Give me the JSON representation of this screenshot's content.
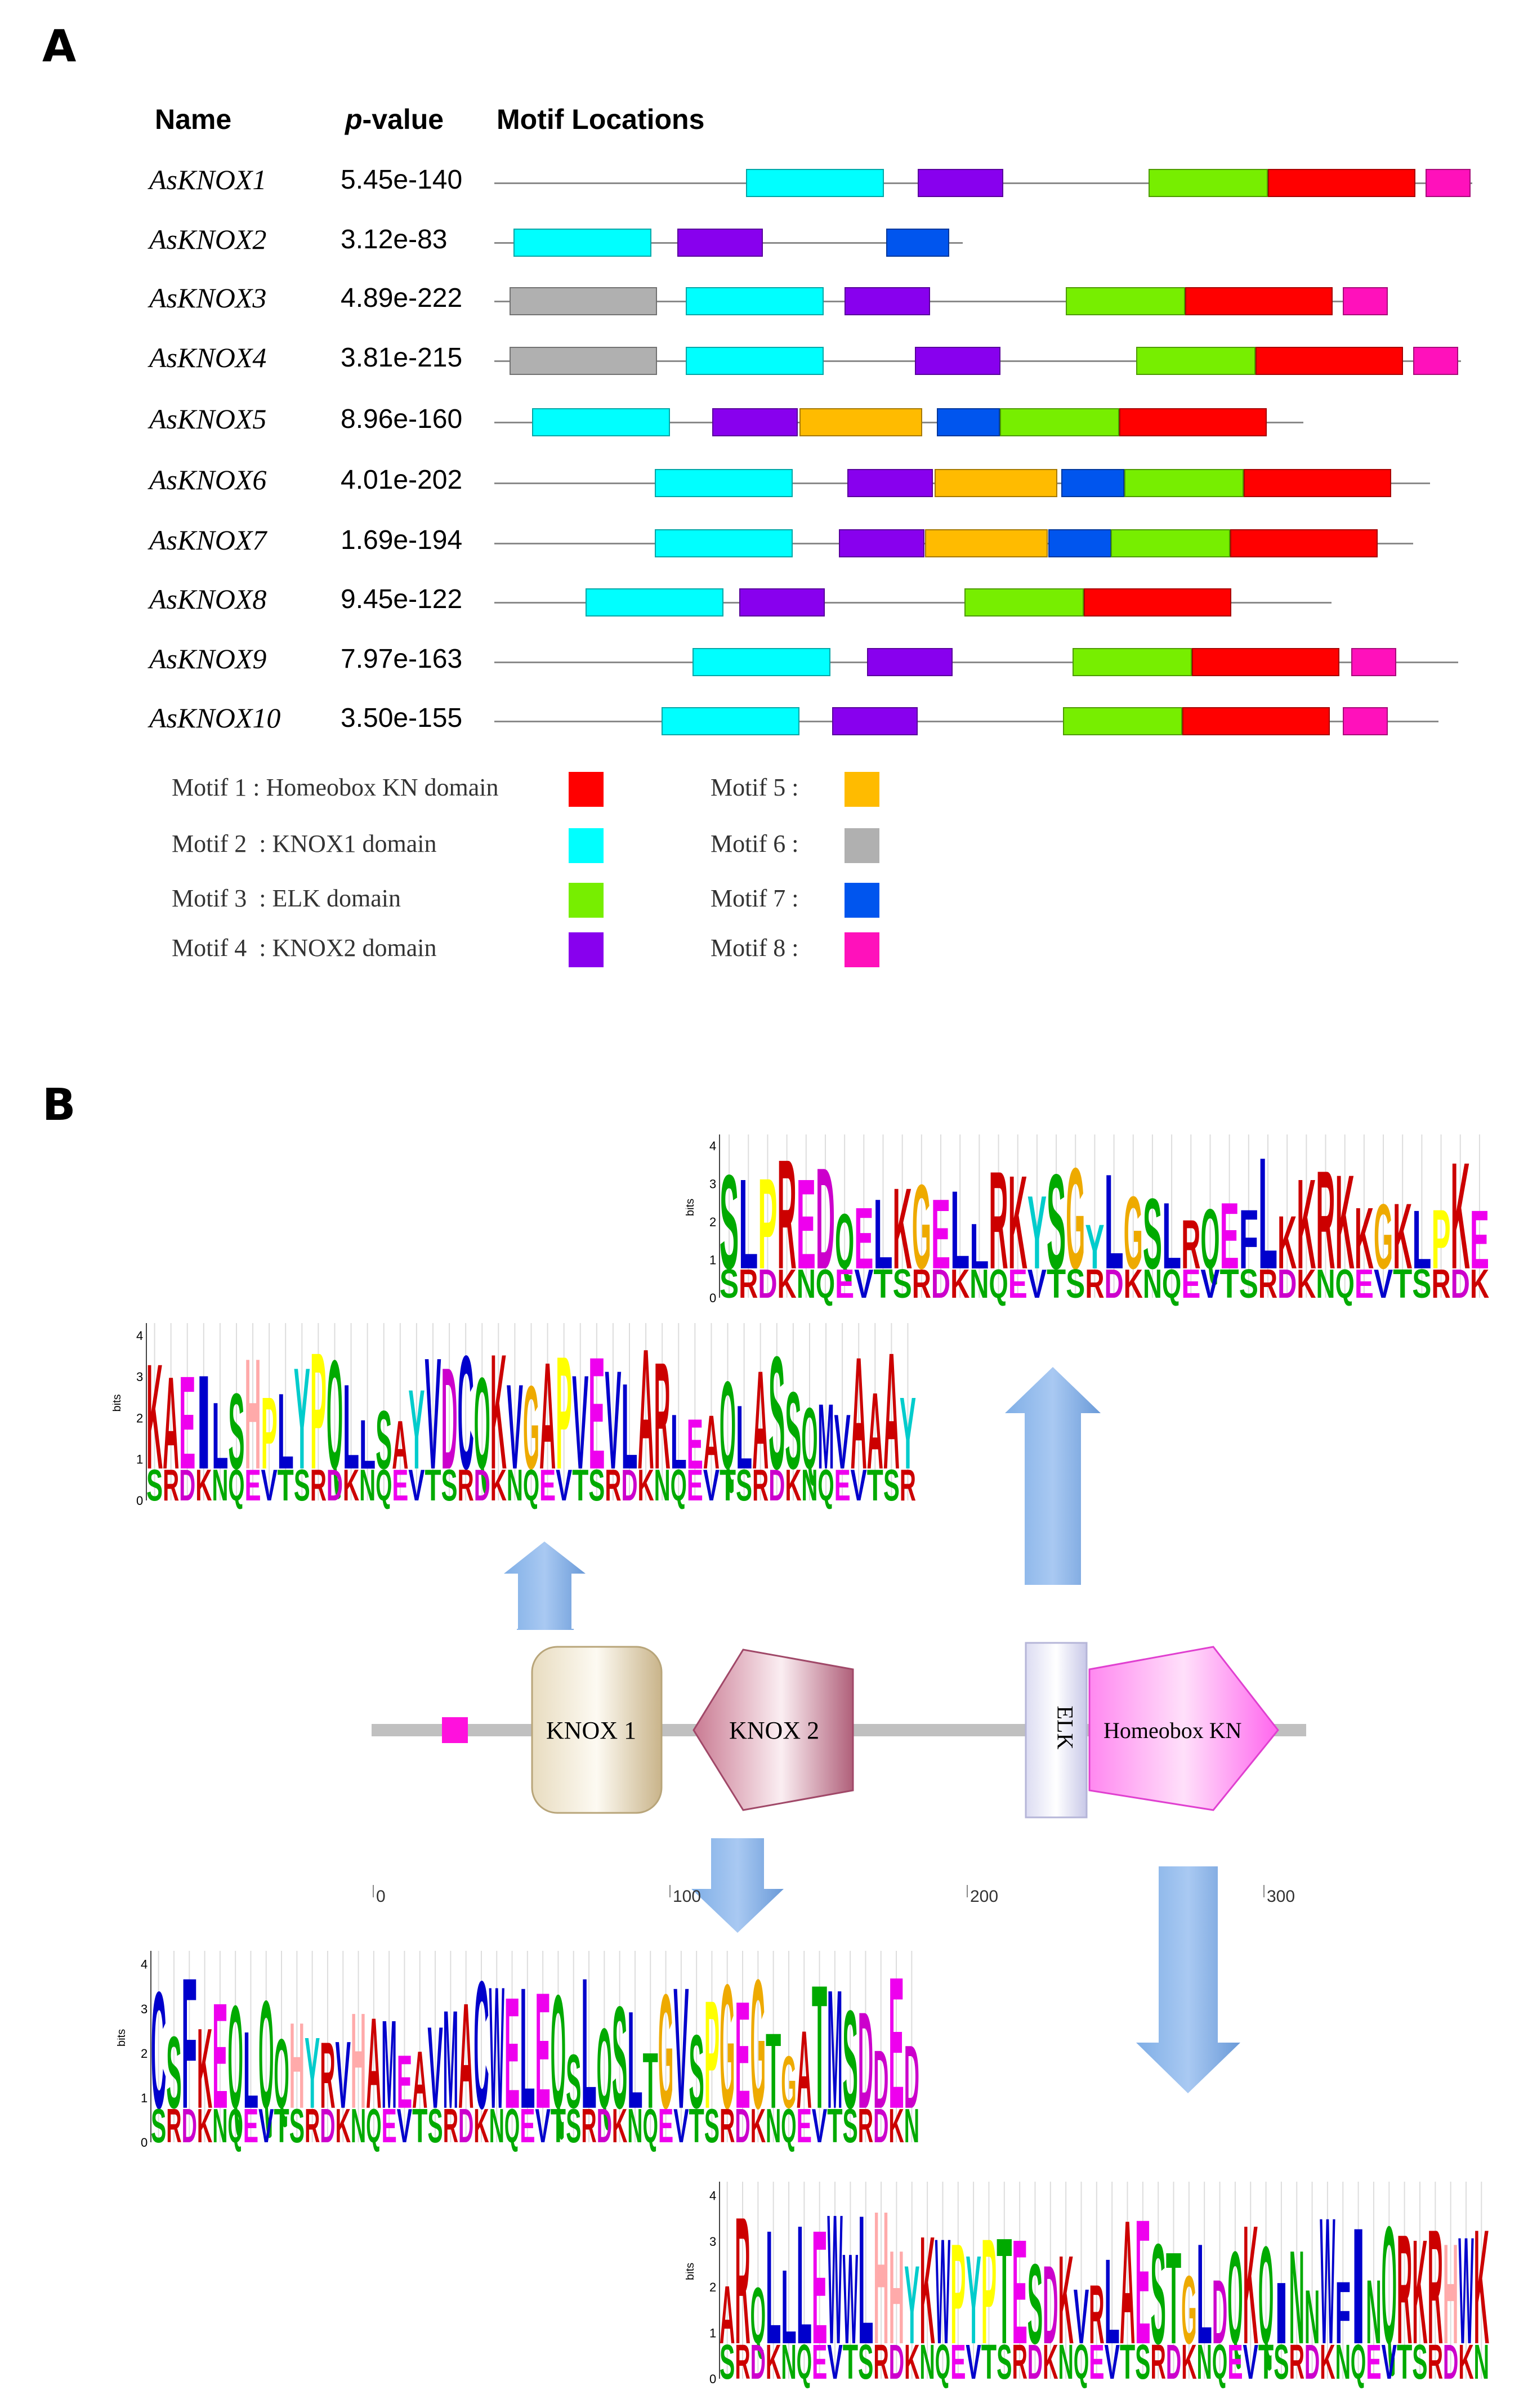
{
  "panel_a": {
    "label": "A",
    "headers": {
      "name": "Name",
      "pvalue_italic": "p",
      "pvalue_rest": "-value",
      "locations": "Motif Locations"
    },
    "genes": [
      {
        "name": "AsKNOX1",
        "pvalue": "5.45e-140",
        "motifs": [
          "2",
          "4",
          "3",
          "1",
          "8"
        ]
      },
      {
        "name": "AsKNOX2",
        "pvalue": "3.12e-83",
        "motifs": [
          "2",
          "4",
          "7"
        ]
      },
      {
        "name": "AsKNOX3",
        "pvalue": "4.89e-222",
        "motifs": [
          "6",
          "2",
          "4",
          "3",
          "1",
          "8"
        ]
      },
      {
        "name": "AsKNOX4",
        "pvalue": "3.81e-215",
        "motifs": [
          "6",
          "2",
          "4",
          "3",
          "1",
          "8"
        ]
      },
      {
        "name": "AsKNOX5",
        "pvalue": "8.96e-160",
        "motifs": [
          "2",
          "4",
          "5",
          "7",
          "3",
          "1"
        ]
      },
      {
        "name": "AsKNOX6",
        "pvalue": "4.01e-202",
        "motifs": [
          "2",
          "4",
          "5",
          "7",
          "3",
          "1"
        ]
      },
      {
        "name": "AsKNOX7",
        "pvalue": "1.69e-194",
        "motifs": [
          "2",
          "4",
          "5",
          "7",
          "3",
          "1"
        ]
      },
      {
        "name": "AsKNOX8",
        "pvalue": "9.45e-122",
        "motifs": [
          "2",
          "4",
          "3",
          "1"
        ]
      },
      {
        "name": "AsKNOX9",
        "pvalue": "7.97e-163",
        "motifs": [
          "2",
          "4",
          "3",
          "1",
          "8"
        ]
      },
      {
        "name": "AsKNOX10",
        "pvalue": "3.50e-155",
        "motifs": [
          "2",
          "4",
          "3",
          "1",
          "8"
        ]
      }
    ],
    "legend": [
      {
        "id": "1",
        "text": "Motif 1 : Homeobox KN domain",
        "color": "#ff0000"
      },
      {
        "id": "2",
        "text": "Motif 2  : KNOX1 domain",
        "color": "#00ffff"
      },
      {
        "id": "3",
        "text": "Motif 3  : ELK domain",
        "color": "#77ee00"
      },
      {
        "id": "4",
        "text": "Motif 4  : KNOX2 domain",
        "color": "#8800ee"
      },
      {
        "id": "5",
        "text": "Motif 5 :",
        "color": "#ffbb00"
      },
      {
        "id": "6",
        "text": "Motif 6 :",
        "color": "#b0b0b0"
      },
      {
        "id": "7",
        "text": "Motif 7 :",
        "color": "#0055ee"
      },
      {
        "id": "8",
        "text": "Motif 8 :",
        "color": "#ff11bb"
      }
    ]
  },
  "panel_b": {
    "label": "B",
    "domains": {
      "knox1": "KNOX 1",
      "knox2": "KNOX 2",
      "elk": "ELK",
      "homeobox": "Homeobox KN"
    },
    "axis_ticks": [
      "0",
      "100",
      "200",
      "300"
    ],
    "logo_axis_label": "bits",
    "logo_yticks": [
      "0",
      "1",
      "2",
      "3",
      "4"
    ],
    "logos": [
      {
        "id": "elk-homeobox",
        "sequence": "SLPREDQELKGELLRKYSGYLGSLRQEFLKKRKKGKLPKE"
      },
      {
        "id": "knox1",
        "sequence": "KAEILSHPLYPQLLSAYVDCQKVGAPVEVLARLEAQLASSQMVAAAY"
      },
      {
        "id": "knox2",
        "sequence": "CSFKEQLQQHYRVHAMEAVMACWELEQSLQSLTGVSPGEGTGATMSDDED"
      },
      {
        "id": "homeobox",
        "sequence": "ARQLLLEWWLHHYKWPYPTESDKVRLAESTGLDQKQINNWFINQRKRHWK"
      }
    ],
    "aa_colors": {
      "A": "#cc0000",
      "C": "#0000cc",
      "D": "#cc00cc",
      "E": "#ee00ee",
      "F": "#0000cc",
      "G": "#eeaa00",
      "H": "#ffaaaa",
      "I": "#0000cc",
      "K": "#cc0000",
      "L": "#0000cc",
      "M": "#0000cc",
      "N": "#00aa00",
      "P": "#ffff00",
      "Q": "#00aa00",
      "R": "#cc0000",
      "S": "#00aa00",
      "T": "#00aa00",
      "V": "#0000cc",
      "W": "#0000cc",
      "Y": "#00cccc"
    }
  }
}
